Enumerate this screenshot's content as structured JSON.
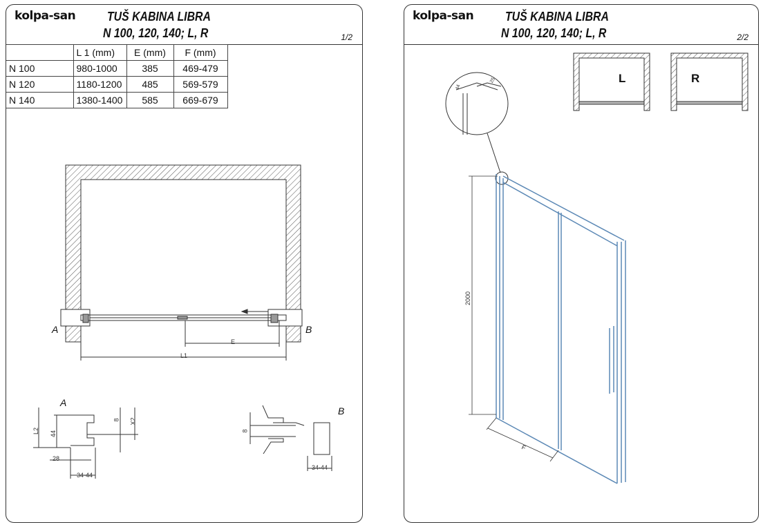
{
  "brand": "kolpa-san",
  "title_line1": "TUŠ KABINA LIBRA",
  "title_line2": "N 100, 120, 140; L, R",
  "page1": {
    "page_number": "1/2",
    "table": {
      "headers": [
        "",
        "L 1 (mm)",
        "E  (mm)",
        "F  (mm)"
      ],
      "rows": [
        [
          "N 100",
          "980-1000",
          "385",
          "469-479"
        ],
        [
          "N 120",
          "1180-1200",
          "485",
          "569-579"
        ],
        [
          "N 140",
          "1380-1400",
          "585",
          "669-679"
        ]
      ]
    },
    "plan_labels": {
      "a": "A",
      "b": "B",
      "e": "E",
      "l1": "L1"
    },
    "detail_a": {
      "title": "A",
      "l2": "L2",
      "d44": "44",
      "d8": "8",
      "x2": "X2",
      "d28": "28",
      "d3444": "34-44"
    },
    "detail_b": {
      "title": "B",
      "d8": "8",
      "d3444": "34-44"
    }
  },
  "page2": {
    "page_number": "2/2",
    "variant_left": "L",
    "variant_right": "R",
    "height_dim": "2000",
    "f_dim": "F",
    "detail_dims": {
      "d44": "44",
      "d25": "25"
    }
  },
  "colors": {
    "frame": "#5b88b5",
    "line": "#333333"
  }
}
